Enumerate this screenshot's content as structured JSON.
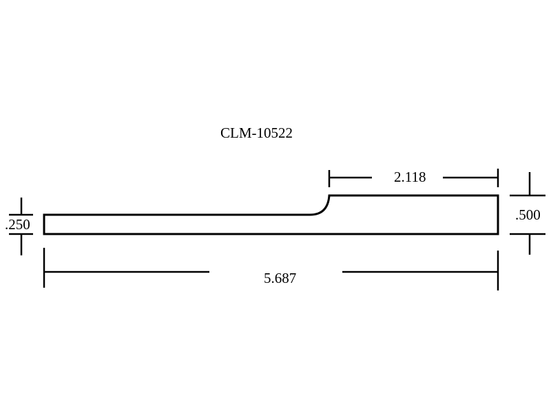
{
  "title": "CLM-10522",
  "dimensions": {
    "step_length": "2.118",
    "overall_length": "5.687",
    "thin_height": ".250",
    "full_height": ".500"
  },
  "colors": {
    "line": "#000000",
    "background": "#ffffff"
  }
}
